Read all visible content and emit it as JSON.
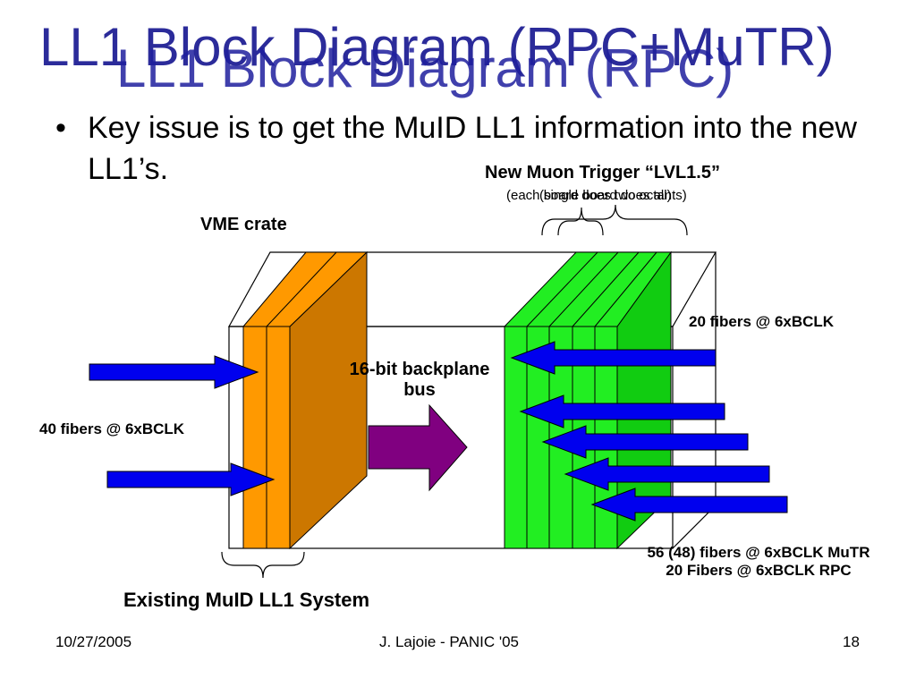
{
  "slide": {
    "title": "LL1 Block Diagram (RPC+MuTR)",
    "title_overlay": "LL1 Block Diagram (RPC)",
    "bullet": "Key issue is to get the MuID LL1 information into the new LL1’s.",
    "footer": {
      "date": "10/27/2005",
      "author": "J. Lajoie - PANIC '05",
      "page": "18"
    }
  },
  "diagram": {
    "new_trigger": {
      "title": "New Muon Trigger “LVL1.5”",
      "subtitle": "(each board does two octants)",
      "subtitle_overlay": "(single board does all)"
    },
    "vme_crate": "VME crate",
    "fibers_top_right": "20 fibers @ 6xBCLK",
    "backplane_line1": "16-bit backplane",
    "backplane_line2": "bus",
    "fibers_left": "40 fibers @ 6xBCLK",
    "fibers_bottom_line1": "56 (48) fibers @ 6xBCLK MuTR",
    "fibers_bottom_line2": "20 Fibers @ 6xBCLK RPC",
    "existing_system": "Existing MuID LL1 System"
  },
  "colors": {
    "title": "#2b2b9a",
    "orange_board": "#ff9900",
    "orange_side": "#cc7700",
    "green_board": "#22ee22",
    "green_side": "#11cc11",
    "arrow_blue": "#0000ee",
    "arrow_purple": "#800080"
  }
}
